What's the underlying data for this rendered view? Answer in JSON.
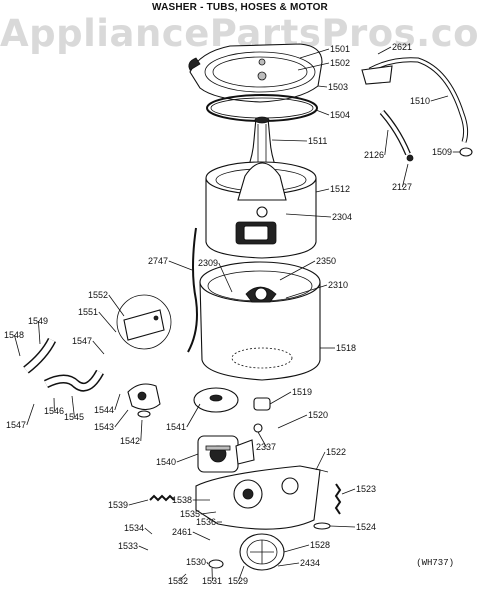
{
  "header": {
    "title": "WASHER - TUBS, HOSES & MOTOR",
    "watermark": "AppliancePartsPros.com"
  },
  "drawing_code": "(WH737)",
  "parts": [
    {
      "id": "1501",
      "label": "1501"
    },
    {
      "id": "1502",
      "label": "1502"
    },
    {
      "id": "1503",
      "label": "1503"
    },
    {
      "id": "1504",
      "label": "1504"
    },
    {
      "id": "1511",
      "label": "1511"
    },
    {
      "id": "1512",
      "label": "1512"
    },
    {
      "id": "2304",
      "label": "2304"
    },
    {
      "id": "2621",
      "label": "2621"
    },
    {
      "id": "1510",
      "label": "1510"
    },
    {
      "id": "2126",
      "label": "2126"
    },
    {
      "id": "1509",
      "label": "1509"
    },
    {
      "id": "2127",
      "label": "2127"
    },
    {
      "id": "2747",
      "label": "2747"
    },
    {
      "id": "2309",
      "label": "2309"
    },
    {
      "id": "2350",
      "label": "2350"
    },
    {
      "id": "2310",
      "label": "2310"
    },
    {
      "id": "1552",
      "label": "1552"
    },
    {
      "id": "1551",
      "label": "1551"
    },
    {
      "id": "1549",
      "label": "1549"
    },
    {
      "id": "1548",
      "label": "1548"
    },
    {
      "id": "1547a",
      "label": "1547"
    },
    {
      "id": "1518",
      "label": "1518"
    },
    {
      "id": "1544",
      "label": "1544"
    },
    {
      "id": "1543",
      "label": "1543"
    },
    {
      "id": "1546",
      "label": "1546"
    },
    {
      "id": "1545",
      "label": "1545"
    },
    {
      "id": "1547b",
      "label": "1547"
    },
    {
      "id": "1542",
      "label": "1542"
    },
    {
      "id": "1541",
      "label": "1541"
    },
    {
      "id": "1519",
      "label": "1519"
    },
    {
      "id": "1520",
      "label": "1520"
    },
    {
      "id": "2337",
      "label": "2337"
    },
    {
      "id": "1540",
      "label": "1540"
    },
    {
      "id": "1522",
      "label": "1522"
    },
    {
      "id": "1523",
      "label": "1523"
    },
    {
      "id": "1539",
      "label": "1539"
    },
    {
      "id": "1538",
      "label": "1538"
    },
    {
      "id": "1535",
      "label": "1535"
    },
    {
      "id": "1536",
      "label": "1536"
    },
    {
      "id": "1534",
      "label": "1534"
    },
    {
      "id": "2461",
      "label": "2461"
    },
    {
      "id": "1524",
      "label": "1524"
    },
    {
      "id": "1533",
      "label": "1533"
    },
    {
      "id": "1528",
      "label": "1528"
    },
    {
      "id": "1530",
      "label": "1530"
    },
    {
      "id": "2434",
      "label": "2434"
    },
    {
      "id": "1532",
      "label": "1532"
    },
    {
      "id": "1531",
      "label": "1531"
    },
    {
      "id": "1529",
      "label": "1529"
    }
  ]
}
